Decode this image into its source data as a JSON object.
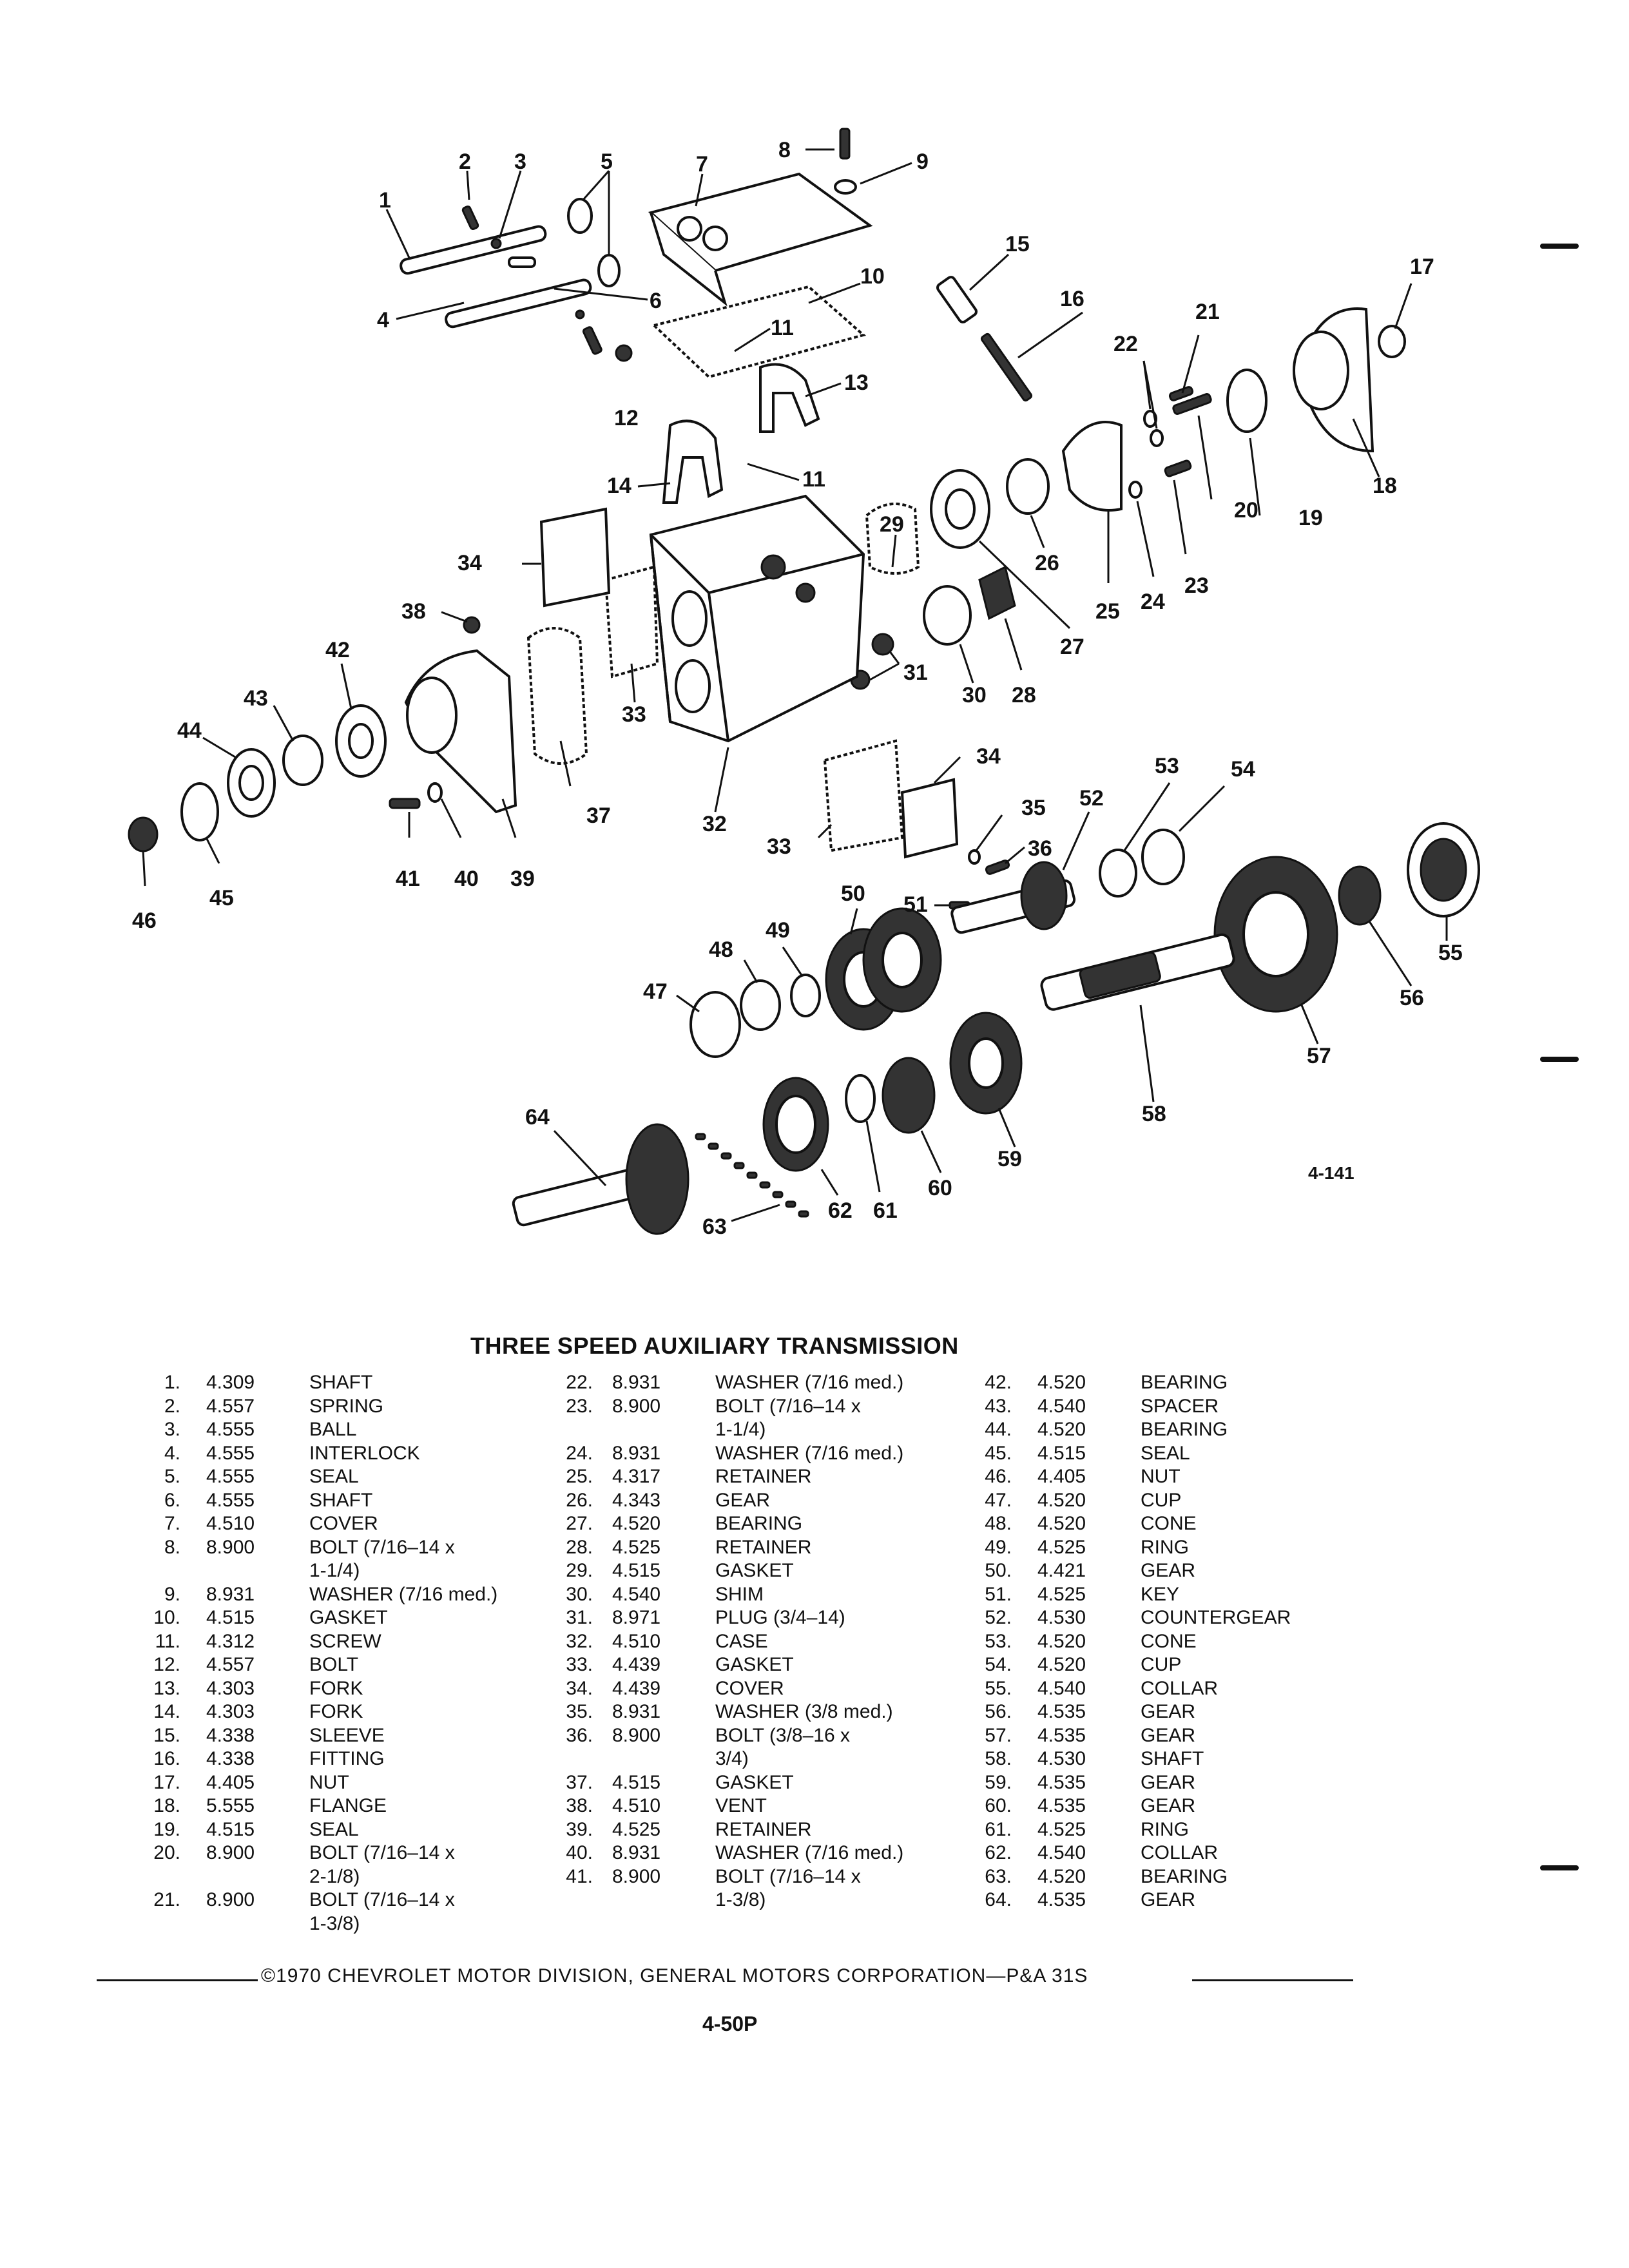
{
  "diagram": {
    "ref_number": "4-141",
    "callouts": [
      "1",
      "2",
      "3",
      "4",
      "5",
      "6",
      "7",
      "8",
      "9",
      "10",
      "11",
      "12",
      "13",
      "14",
      "15",
      "16",
      "17",
      "18",
      "19",
      "20",
      "21",
      "22",
      "23",
      "24",
      "25",
      "26",
      "27",
      "28",
      "29",
      "30",
      "31",
      "32",
      "33",
      "34",
      "35",
      "36",
      "37",
      "38",
      "39",
      "40",
      "41",
      "42",
      "43",
      "44",
      "45",
      "46",
      "47",
      "48",
      "49",
      "50",
      "51",
      "52",
      "53",
      "54",
      "55",
      "56",
      "57",
      "58",
      "59",
      "60",
      "61",
      "62",
      "63",
      "64"
    ]
  },
  "title": "THREE SPEED AUXILIARY TRANSMISSION",
  "parts": [
    {
      "num": "1.",
      "group": "4.309",
      "name": "SHAFT"
    },
    {
      "num": "2.",
      "group": "4.557",
      "name": "SPRING"
    },
    {
      "num": "3.",
      "group": "4.555",
      "name": "BALL"
    },
    {
      "num": "4.",
      "group": "4.555",
      "name": "INTERLOCK"
    },
    {
      "num": "5.",
      "group": "4.555",
      "name": "SEAL"
    },
    {
      "num": "6.",
      "group": "4.555",
      "name": "SHAFT"
    },
    {
      "num": "7.",
      "group": "4.510",
      "name": "COVER"
    },
    {
      "num": "8.",
      "group": "8.900",
      "name": "BOLT (7/16–14 x\n1-1/4)"
    },
    {
      "num": "9.",
      "group": "8.931",
      "name": "WASHER (7/16 med.)"
    },
    {
      "num": "10.",
      "group": "4.515",
      "name": "GASKET"
    },
    {
      "num": "11.",
      "group": "4.312",
      "name": "SCREW"
    },
    {
      "num": "12.",
      "group": "4.557",
      "name": "BOLT"
    },
    {
      "num": "13.",
      "group": "4.303",
      "name": "FORK"
    },
    {
      "num": "14.",
      "group": "4.303",
      "name": "FORK"
    },
    {
      "num": "15.",
      "group": "4.338",
      "name": "SLEEVE"
    },
    {
      "num": "16.",
      "group": "4.338",
      "name": "FITTING"
    },
    {
      "num": "17.",
      "group": "4.405",
      "name": "NUT"
    },
    {
      "num": "18.",
      "group": "5.555",
      "name": "FLANGE"
    },
    {
      "num": "19.",
      "group": "4.515",
      "name": "SEAL"
    },
    {
      "num": "20.",
      "group": "8.900",
      "name": "BOLT (7/16–14 x\n2-1/8)"
    },
    {
      "num": "21.",
      "group": "8.900",
      "name": "BOLT (7/16–14 x\n1-3/8)"
    },
    {
      "num": "22.",
      "group": "8.931",
      "name": "WASHER (7/16 med.)"
    },
    {
      "num": "23.",
      "group": "8.900",
      "name": "BOLT (7/16–14 x\n1-1/4)"
    },
    {
      "num": "24.",
      "group": "8.931",
      "name": "WASHER (7/16 med.)"
    },
    {
      "num": "25.",
      "group": "4.317",
      "name": "RETAINER"
    },
    {
      "num": "26.",
      "group": "4.343",
      "name": "GEAR"
    },
    {
      "num": "27.",
      "group": "4.520",
      "name": "BEARING"
    },
    {
      "num": "28.",
      "group": "4.525",
      "name": "RETAINER"
    },
    {
      "num": "29.",
      "group": "4.515",
      "name": "GASKET"
    },
    {
      "num": "30.",
      "group": "4.540",
      "name": "SHIM"
    },
    {
      "num": "31.",
      "group": "8.971",
      "name": "PLUG (3/4–14)"
    },
    {
      "num": "32.",
      "group": "4.510",
      "name": "CASE"
    },
    {
      "num": "33.",
      "group": "4.439",
      "name": "GASKET"
    },
    {
      "num": "34.",
      "group": "4.439",
      "name": "COVER"
    },
    {
      "num": "35.",
      "group": "8.931",
      "name": "WASHER (3/8 med.)"
    },
    {
      "num": "36.",
      "group": "8.900",
      "name": "BOLT (3/8–16 x\n3/4)"
    },
    {
      "num": "37.",
      "group": "4.515",
      "name": "GASKET"
    },
    {
      "num": "38.",
      "group": "4.510",
      "name": "VENT"
    },
    {
      "num": "39.",
      "group": "4.525",
      "name": "RETAINER"
    },
    {
      "num": "40.",
      "group": "8.931",
      "name": "WASHER (7/16 med.)"
    },
    {
      "num": "41.",
      "group": "8.900",
      "name": "BOLT (7/16–14 x\n1-3/8)"
    },
    {
      "num": "42.",
      "group": "4.520",
      "name": "BEARING"
    },
    {
      "num": "43.",
      "group": "4.540",
      "name": "SPACER"
    },
    {
      "num": "44.",
      "group": "4.520",
      "name": "BEARING"
    },
    {
      "num": "45.",
      "group": "4.515",
      "name": "SEAL"
    },
    {
      "num": "46.",
      "group": "4.405",
      "name": "NUT"
    },
    {
      "num": "47.",
      "group": "4.520",
      "name": "CUP"
    },
    {
      "num": "48.",
      "group": "4.520",
      "name": "CONE"
    },
    {
      "num": "49.",
      "group": "4.525",
      "name": "RING"
    },
    {
      "num": "50.",
      "group": "4.421",
      "name": "GEAR"
    },
    {
      "num": "51.",
      "group": "4.525",
      "name": "KEY"
    },
    {
      "num": "52.",
      "group": "4.530",
      "name": "COUNTERGEAR"
    },
    {
      "num": "53.",
      "group": "4.520",
      "name": "CONE"
    },
    {
      "num": "54.",
      "group": "4.520",
      "name": "CUP"
    },
    {
      "num": "55.",
      "group": "4.540",
      "name": "COLLAR"
    },
    {
      "num": "56.",
      "group": "4.535",
      "name": "GEAR"
    },
    {
      "num": "57.",
      "group": "4.535",
      "name": "GEAR"
    },
    {
      "num": "58.",
      "group": "4.530",
      "name": "SHAFT"
    },
    {
      "num": "59.",
      "group": "4.535",
      "name": "GEAR"
    },
    {
      "num": "60.",
      "group": "4.535",
      "name": "GEAR"
    },
    {
      "num": "61.",
      "group": "4.525",
      "name": "RING"
    },
    {
      "num": "62.",
      "group": "4.540",
      "name": "COLLAR"
    },
    {
      "num": "63.",
      "group": "4.520",
      "name": "BEARING"
    },
    {
      "num": "64.",
      "group": "4.535",
      "name": "GEAR"
    }
  ],
  "footer": {
    "copyright": "©1970 CHEVROLET MOTOR DIVISION, GENERAL MOTORS CORPORATION—P&A 31S",
    "page_number": "4-50P"
  }
}
